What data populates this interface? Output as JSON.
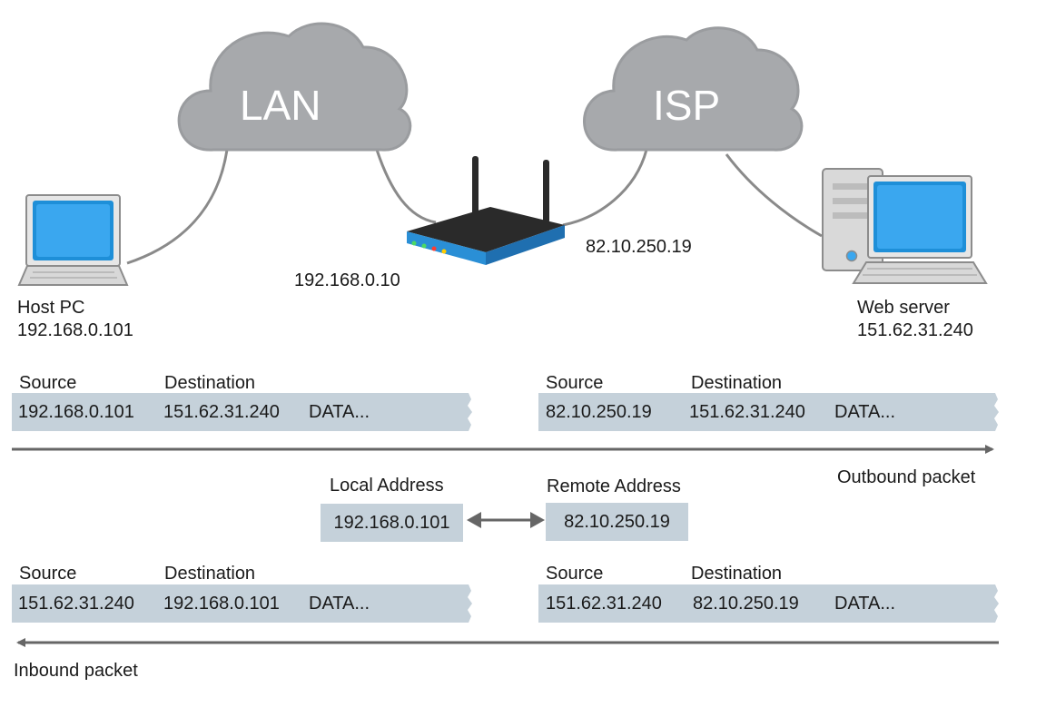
{
  "clouds": {
    "lan": "LAN",
    "isp": "ISP"
  },
  "host": {
    "name": "Host PC",
    "ip": "192.168.0.101"
  },
  "router": {
    "lan_ip": "192.168.0.10",
    "wan_ip": "82.10.250.19"
  },
  "server": {
    "name": "Web server",
    "ip": "151.62.31.240"
  },
  "outbound": {
    "label": "Outbound packet",
    "lan_packet": {
      "source_label": "Source",
      "dest_label": "Destination",
      "source": "192.168.0.101",
      "dest": "151.62.31.240",
      "data": "DATA..."
    },
    "wan_packet": {
      "source_label": "Source",
      "dest_label": "Destination",
      "source": "82.10.250.19",
      "dest": "151.62.31.240",
      "data": "DATA..."
    }
  },
  "nat": {
    "local_label": "Local Address",
    "local_value": "192.168.0.101",
    "remote_label": "Remote Address",
    "remote_value": "82.10.250.19"
  },
  "inbound": {
    "label": "Inbound packet",
    "lan_packet": {
      "source_label": "Source",
      "dest_label": "Destination",
      "source": "151.62.31.240",
      "dest": "192.168.0.101",
      "data": "DATA..."
    },
    "wan_packet": {
      "source_label": "Source",
      "dest_label": "Destination",
      "source": "151.62.31.240",
      "dest": "82.10.250.19",
      "data": "DATA..."
    }
  },
  "colors": {
    "cloud": "#a7a9ac",
    "packet": "#c5d1da",
    "arrow": "#666666",
    "screen": "#1e8fd8",
    "router": "#2a8fd6"
  }
}
